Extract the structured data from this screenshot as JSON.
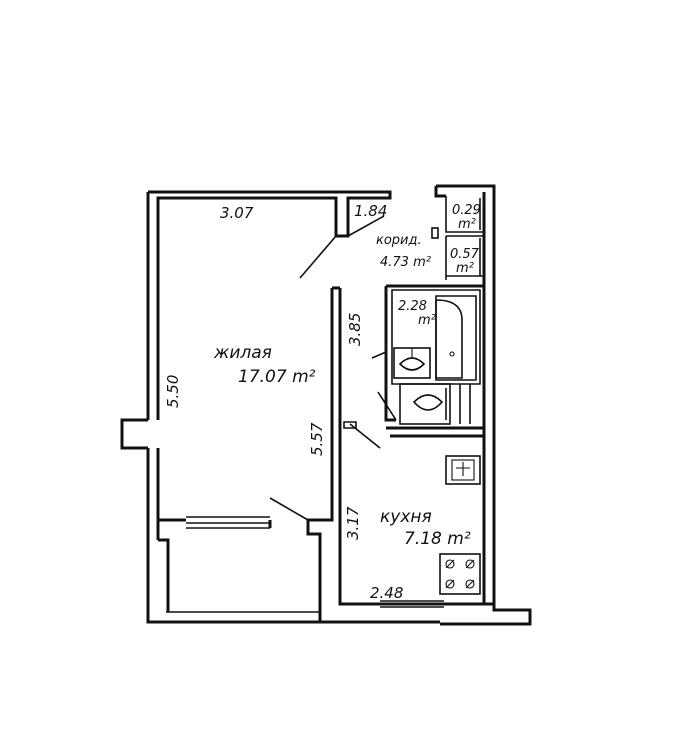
{
  "dimensions": {
    "living_top": "3.07",
    "corridor_top": "1.84",
    "corridor_small_area": "0.29",
    "corridor_small_unit": "m²",
    "corridor_small2_area": "0.57",
    "corridor_small2_unit": "m²",
    "bath_area": "2.28",
    "bath_unit": "m²",
    "living_left": "5.50",
    "living_right": "5.57",
    "partition_upper": "3.85",
    "partition_lower": "3.17",
    "kitchen_bottom": "2.48"
  },
  "rooms": {
    "living_name": "жилая",
    "living_area": "17.07 m²",
    "corridor_name": "корид.",
    "corridor_area": "4.73 m²",
    "kitchen_name": "кухня",
    "kitchen_area": "7.18 m²"
  }
}
